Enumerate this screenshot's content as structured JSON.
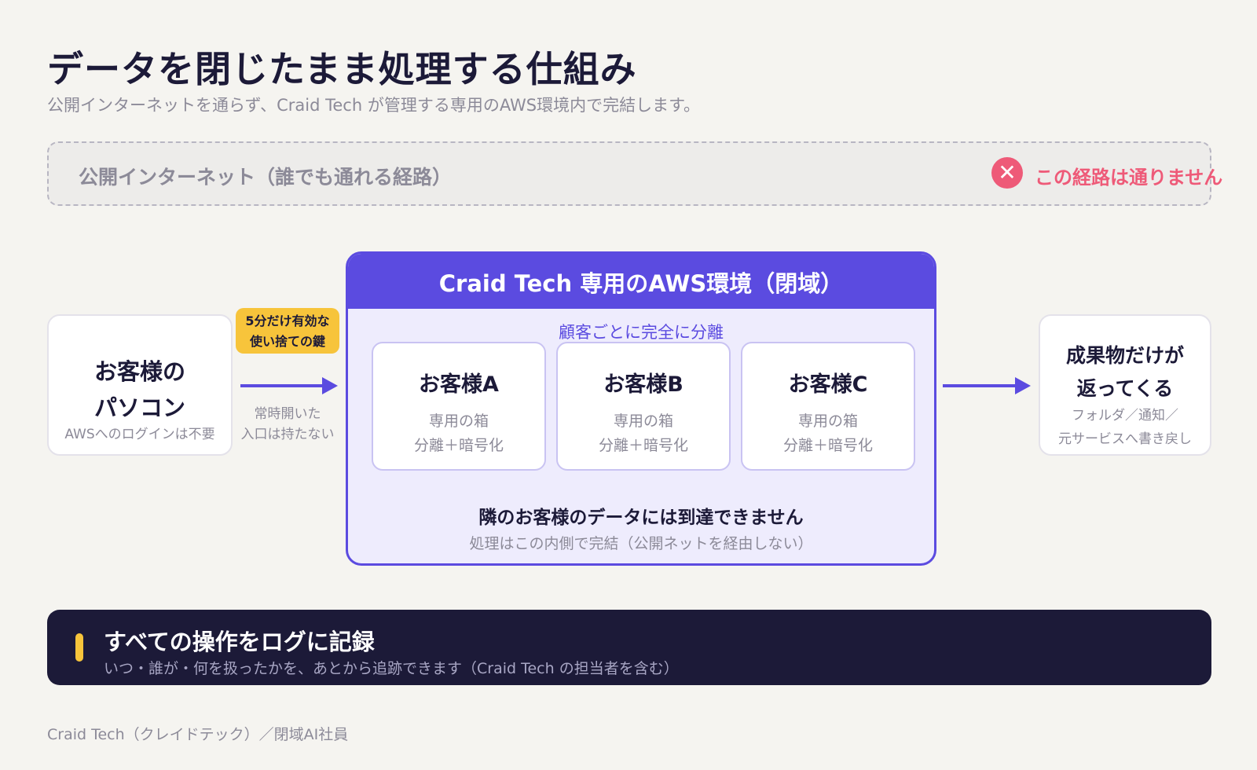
{
  "header": {
    "title": "データを閉じたまま処理する仕組み",
    "subtitle": "公開インターネットを通らず、Craid Tech が管理する専用のAWS環境内で完結します。"
  },
  "internet": {
    "label": "公開インターネット（誰でも通れる経路）",
    "blocked_icon": "close-icon",
    "blocked_text": "この経路は通りません"
  },
  "client": {
    "title_line1": "お客様の",
    "title_line2": "パソコン",
    "note": "AWSへのログインは不要"
  },
  "key": {
    "line1": "5分だけ有効な",
    "line2": "使い捨ての鍵",
    "note_line1": "常時開いた",
    "note_line2": "入口は持たない"
  },
  "aws": {
    "title": "Craid Tech 専用のAWS環境（閉域）",
    "separation_label": "顧客ごとに完全に分離",
    "customers": [
      {
        "name": "お客様A",
        "line1": "専用の箱",
        "line2": "分離＋暗号化"
      },
      {
        "name": "お客様B",
        "line1": "専用の箱",
        "line2": "分離＋暗号化"
      },
      {
        "name": "お客様C",
        "line1": "専用の箱",
        "line2": "分離＋暗号化"
      }
    ],
    "note_main": "隣のお客様のデータには到達できません",
    "note_sub": "処理はこの内側で完結（公開ネットを経由しない）"
  },
  "output": {
    "title_line1": "成果物だけが",
    "title_line2": "返ってくる",
    "note_line1": "フォルダ／通知／",
    "note_line2": "元サービスへ書き戻し"
  },
  "log": {
    "title": "すべての操作をログに記録",
    "description": "いつ・誰が・何を扱ったかを、あとから追跡できます（Craid Tech の担当者を含む）"
  },
  "footer": {
    "text": "Craid Tech（クレイドテック）／閉域AI社員"
  },
  "colors": {
    "accent": "#5b4be0",
    "warning": "#ee5a78",
    "highlight": "#f7c43b",
    "dark": "#1c1a38",
    "background": "#f5f4f0"
  }
}
